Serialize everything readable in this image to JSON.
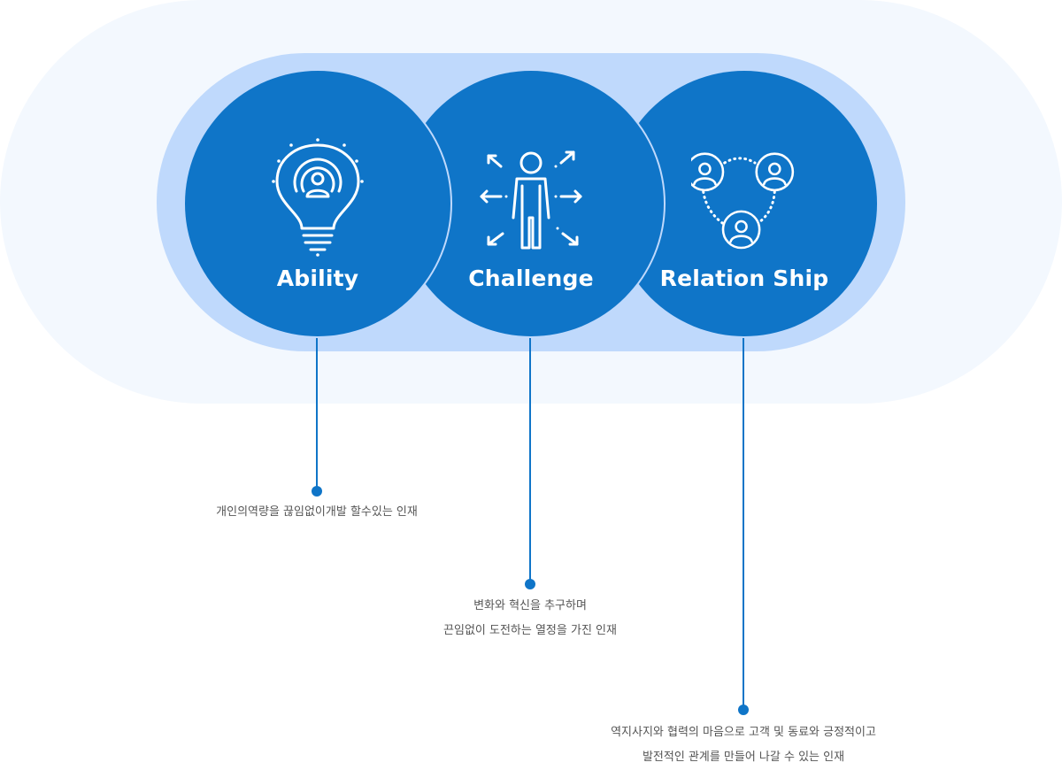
{
  "accent_color": "#0f75c8",
  "items": [
    {
      "title": "Ability",
      "icon": "lightbulb-person-icon",
      "description": [
        "개인의역량을 끊임없이개발 할수있는 인재"
      ]
    },
    {
      "title": "Challenge",
      "icon": "person-arrows-icon",
      "description": [
        "변화와 혁신을 추구하며",
        "끈임없이 도전하는 열정을 가진 인재"
      ]
    },
    {
      "title": "Relation Ship",
      "icon": "people-network-icon",
      "description": [
        "역지사지와 협력의 마음으로 고객 및 동료와 긍정적이고",
        "발전적인 관계를 만들어 나갈 수 있는 인재"
      ]
    }
  ]
}
